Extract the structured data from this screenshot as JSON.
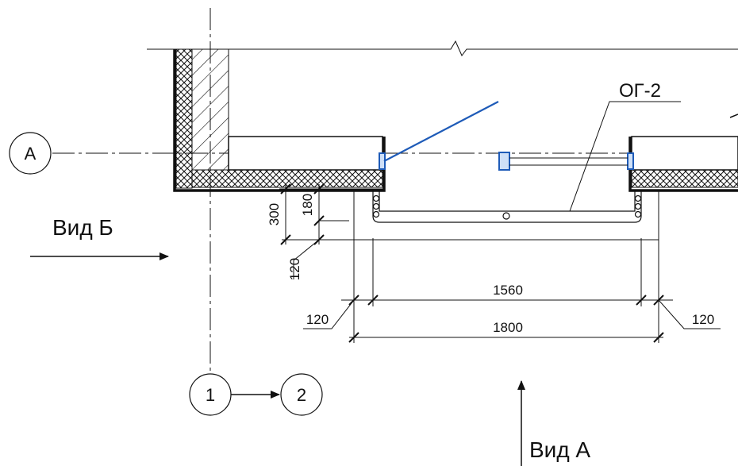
{
  "axes": {
    "letter": "А",
    "from_number": "1",
    "to_number": "2"
  },
  "views": {
    "left": "Вид Б",
    "bottom": "Вид А"
  },
  "element_tag": "ОГ-2",
  "dimensions": {
    "inner_width": "1560",
    "outer_width": "1800",
    "left_offset": "120",
    "right_offset": "120",
    "depth_total": "300",
    "depth_upper": "180",
    "depth_lower": "120"
  },
  "colors": {
    "line": "#111111",
    "window_frame": "#1e5bb8"
  }
}
